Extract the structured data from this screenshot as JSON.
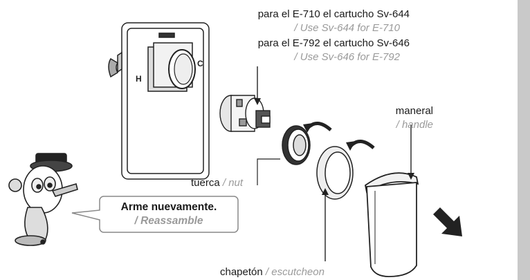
{
  "cartridge_notes": {
    "line1_es": "para el E-710  el cartucho Sv-644",
    "line1_en": "/ Use Sv-644 for E-710",
    "line2_es": "para el E-792  el cartucho Sv-646",
    "line2_en": "/ Use Sv-646 for E-792"
  },
  "plate_labels": {
    "hot": "H",
    "cold": "C"
  },
  "parts": {
    "handle_es": "maneral",
    "handle_en": "/ handle",
    "nut_es": "tuerca",
    "nut_en": "/ nut",
    "escutcheon_es": "chapetón",
    "escutcheon_en": "/ escutcheon"
  },
  "callout": {
    "title": "Arme nuevamente.",
    "subtitle": "/ Reassamble"
  },
  "icons": [
    "mascot-plumber-icon",
    "arrow-rotate-icon",
    "arrow-direction-icon"
  ],
  "colors": {
    "text": "#1a1a1a",
    "translation": "#9a9a9a",
    "sidebar": "#c9c9c9"
  }
}
